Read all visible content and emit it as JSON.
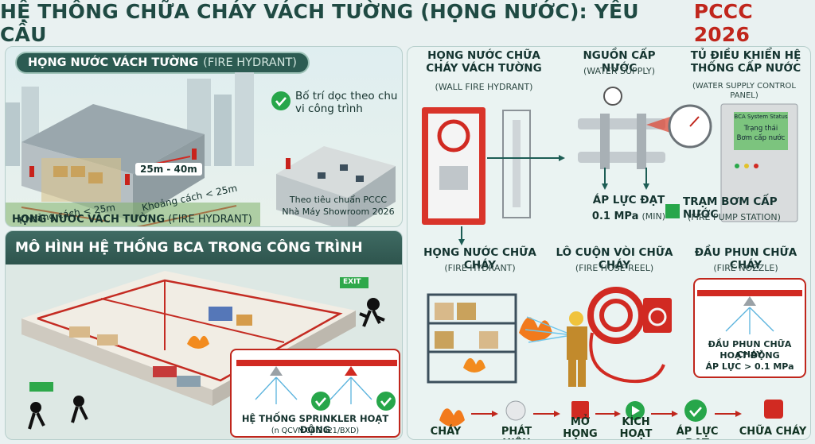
{
  "title": {
    "main": "HỆ THỐNG CHỮA CHÁY VÁCH TƯỜNG (HỌNG NƯỚC): YÊU CẦU",
    "accent": "PCCC 2026"
  },
  "left_top": {
    "pill_main": "HỌNG NƯỚC VÁCH TƯỜNG",
    "pill_sub": "(FIRE HYDRANT)",
    "dist_label": "25m - 40m",
    "dist_left": "Khoảng cách < 25m",
    "dist_right": "Khoảng cách < 25m",
    "check_text": "Bố trí dọc theo chu vi công trình",
    "standard_1": "Theo tiêu chuẩn PCCC",
    "standard_2": "Nhà Máy Showroom 2026",
    "bottom_main": "HỌNG NƯỚC VÁCH TƯỜNG",
    "bottom_sub": "(FIRE HYDRANT)"
  },
  "left_bottom": {
    "header": "MÔ HÌNH HỆ THỐNG BCA TRONG CÔNG TRÌNH",
    "exit_sign": "EXIT",
    "sprinkler_title": "HỆ THỐNG SPRINKLER HOẠT ĐỘNG",
    "sprinkler_std": "(n QCVN 06:2021/BXD)"
  },
  "right": {
    "wall_hydrant": {
      "title": "HỌNG NƯỚC CHỮA CHÁY VÁCH TƯỜNG",
      "sub": "(WALL FIRE HYDRANT)"
    },
    "water_supply": {
      "title": "NGUỒN CẤP NƯỚC",
      "sub": "(WATER SUPPLY)"
    },
    "control_panel": {
      "title": "TỦ ĐIỀU KHIỂN HỆ THỐNG CẤP NƯỚC",
      "sub": "(WATER SUPPLY CONTROL PANEL)",
      "screen_1": "BCA System Status",
      "screen_2": "Trạng thái",
      "screen_3": "Bơm cấp nước"
    },
    "pressure": {
      "title": "ÁP LỰC ĐẠT",
      "value": "0.1 MPa",
      "sub": "(MIN)"
    },
    "pump_station": {
      "title": "TRẠM BƠM CẤP NƯỚC",
      "sub": "(FIRE PUMP STATION)"
    },
    "fire_hydrant": {
      "title": "HỌNG NƯỚC CHỮA CHÁY",
      "sub": "(FIRE HYDRANT)"
    },
    "hose_reel": {
      "title": "LÔ CUỘN VÒI CHỮA CHÁY",
      "sub": "(FIRE HOSE REEL)"
    },
    "nozzle": {
      "title": "ĐẦU PHUN CHỮA CHÁY",
      "sub": "(FIRE NOZZLE)"
    },
    "nozzle_active": {
      "line1": "ĐẦU PHUN CHỮA CHÁY",
      "line2": "HOẠT ĐỘNG",
      "line3": "ÁP LỰC > 0.1 MPa"
    },
    "steps": [
      "CHÁY",
      "PHÁT HIỆN",
      "MỞ HỌNG NƯỚC",
      "KÍCH HOẠT BƠM",
      "ÁP LỰC ĐẠT",
      "CHỮA CHÁY"
    ]
  },
  "colors": {
    "primary": "#2c5b52",
    "accent_red": "#c0261c",
    "check_green": "#27a64a"
  }
}
